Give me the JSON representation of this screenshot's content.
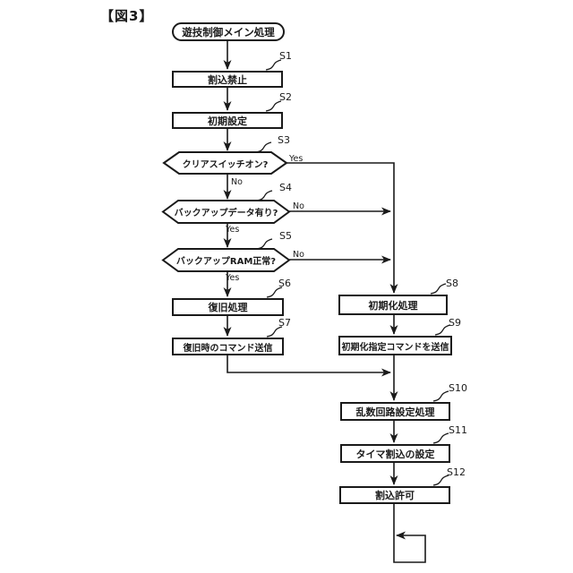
{
  "figure_label": "【図3】",
  "flow": {
    "start": "遊技制御メイン処理",
    "steps": [
      {
        "id": "S1",
        "type": "process",
        "label": "割込禁止"
      },
      {
        "id": "S2",
        "type": "process",
        "label": "初期設定"
      },
      {
        "id": "S3",
        "type": "decision",
        "label": "クリアスイッチオン?",
        "right": "Yes",
        "down": "No"
      },
      {
        "id": "S4",
        "type": "decision",
        "label": "バックアップデータ有り?",
        "right": "No",
        "down": "Yes"
      },
      {
        "id": "S5",
        "type": "decision",
        "label": "バックアップRAM正常?",
        "right": "No",
        "down": "Yes"
      },
      {
        "id": "S6",
        "type": "process",
        "label": "復旧処理"
      },
      {
        "id": "S7",
        "type": "process",
        "label": "復旧時のコマンド送信"
      },
      {
        "id": "S8",
        "type": "process",
        "label": "初期化処理"
      },
      {
        "id": "S9",
        "type": "process",
        "label": "初期化指定コマンドを送信"
      },
      {
        "id": "S10",
        "type": "process",
        "label": "乱数回路設定処理"
      },
      {
        "id": "S11",
        "type": "process",
        "label": "タイマ割込の設定"
      },
      {
        "id": "S12",
        "type": "process",
        "label": "割込許可"
      }
    ],
    "colors": {
      "line": "#1a1a1a",
      "background": "#ffffff"
    }
  }
}
